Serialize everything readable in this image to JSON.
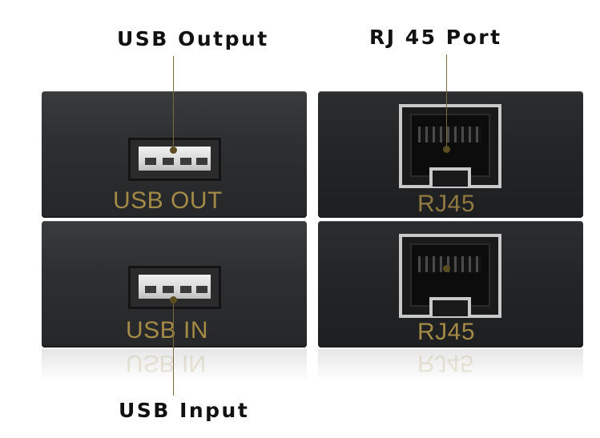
{
  "callouts": {
    "usb_output": "USB Output",
    "rj45_port": "RJ 45 Port",
    "usb_input": "USB Input"
  },
  "panels": {
    "usb_out_label": "USB OUT",
    "usb_in_label": "USB IN",
    "rj45_top_label": "RJ45",
    "rj45_bottom_label": "RJ45"
  },
  "colors": {
    "label_gold": "#a48a47",
    "housing": "#2e2f31",
    "callout_text": "#111111"
  }
}
